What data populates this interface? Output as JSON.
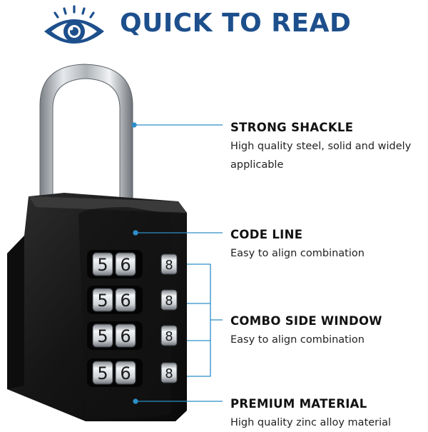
{
  "header": {
    "title": "QUICK TO READ",
    "eye_icon": "eye-icon",
    "accent_color": "#1d4f8c"
  },
  "features": [
    {
      "title": "STRONG SHACKLE",
      "desc": "High quality steel, solid and widely applicable"
    },
    {
      "title": "CODE LINE",
      "desc": "Easy to align combination"
    },
    {
      "title": "COMBO SIDE WINDOW",
      "desc": "Easy to align combination"
    },
    {
      "title": "PREMIUM MATERIAL",
      "desc": "High quality zinc alloy material"
    }
  ],
  "dials": {
    "digits_front": [
      "5",
      "6"
    ],
    "digit_side": "8"
  },
  "colors": {
    "lock_body": "#1a1a1a",
    "callout_line": "#2e8fc7",
    "shackle": "#b9bdc2"
  }
}
